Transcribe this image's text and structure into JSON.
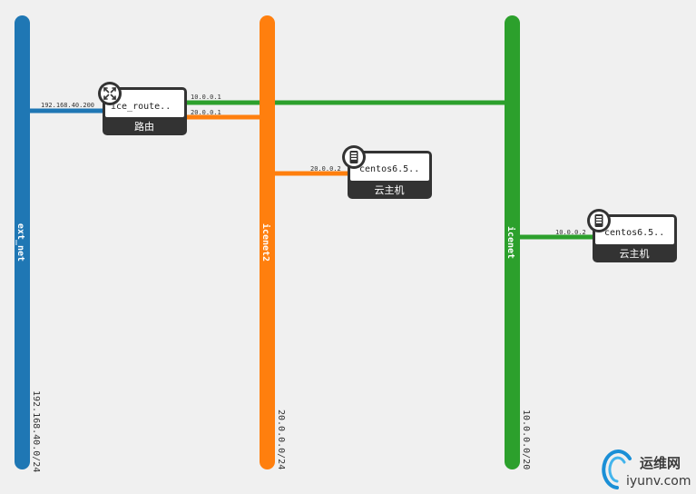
{
  "networks": [
    {
      "id": "ext",
      "name": "ext_net",
      "cidr": "192.168.40.0/24",
      "color": "#1f77b4"
    },
    {
      "id": "icenet2",
      "name": "icenet2",
      "cidr": "20.0.0.0/24",
      "color": "#ff7f0e"
    },
    {
      "id": "icenet",
      "name": "icenet",
      "cidr": "10.0.0.0/20",
      "color": "#2ca02c"
    }
  ],
  "devices": {
    "router": {
      "name": "ice_route..",
      "type": "路由",
      "icon": "router-icon"
    },
    "vm1": {
      "name": "centos6.5..",
      "type": "云主机",
      "icon": "server-icon"
    },
    "vm2": {
      "name": "centos6.5..",
      "type": "云主机",
      "icon": "server-icon"
    }
  },
  "links": {
    "router_ext_ip": "192.168.40.200",
    "router_icenet_ip": "10.0.0.1",
    "router_icenet2_ip": "20.0.0.1",
    "vm1_ip": "20.0.0.2",
    "vm2_ip": "10.0.0.2"
  },
  "watermark": {
    "cn": "运维网",
    "en": "iyunv.com"
  }
}
